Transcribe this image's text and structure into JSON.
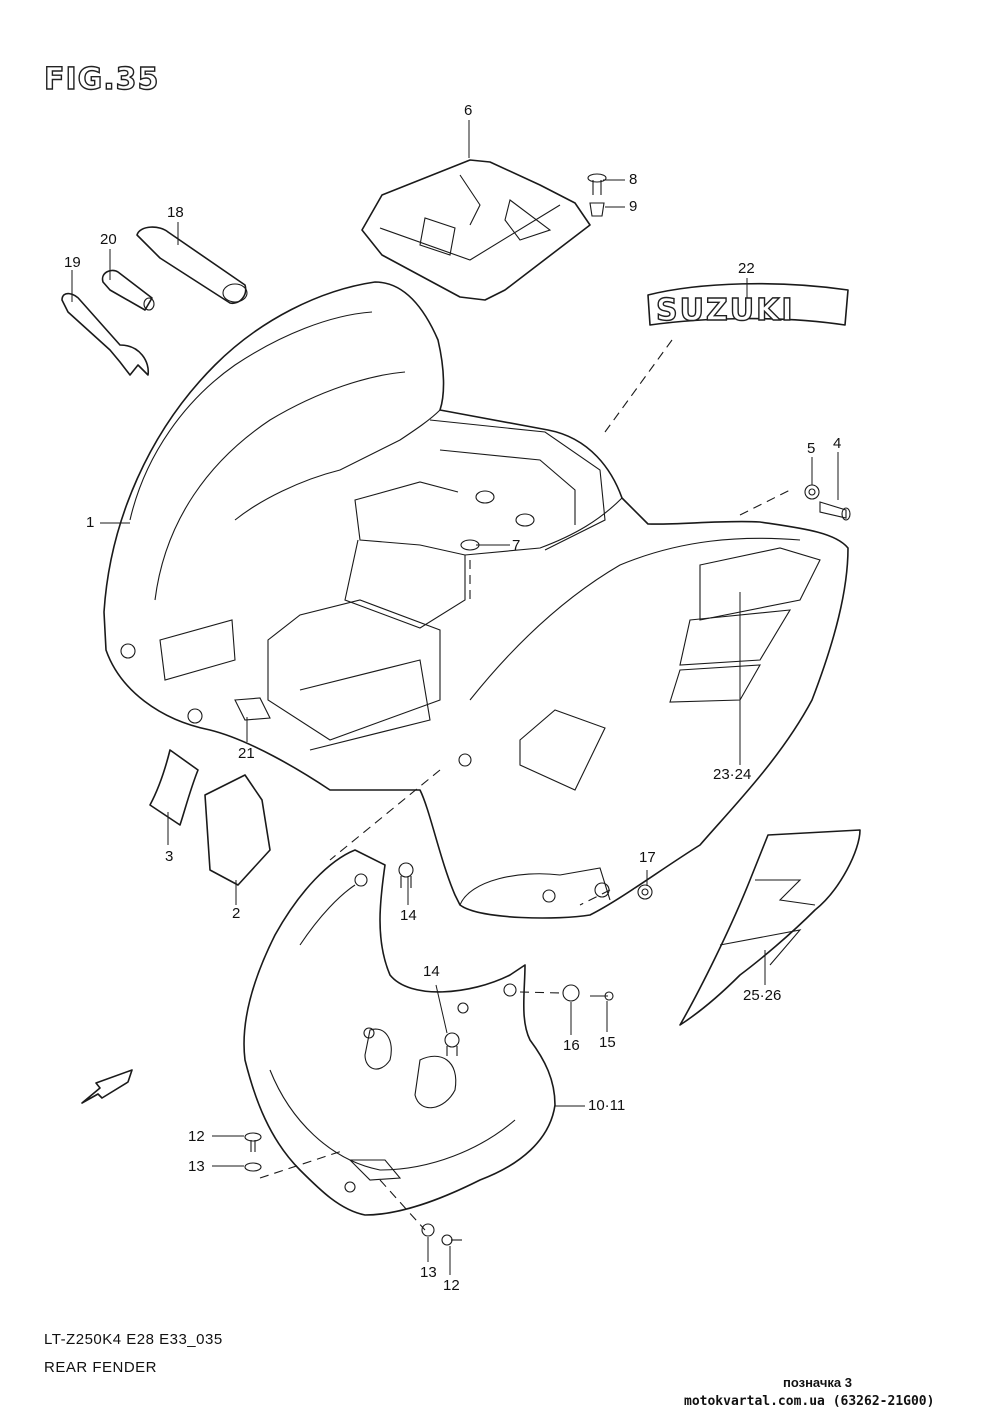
{
  "figure": {
    "title": "FIG.35",
    "model_code": "LT-Z250K4 E28 E33_035",
    "part_name": "REAR FENDER",
    "marker": "позначка 3",
    "source": "motokvartal.com.ua (63262-21G00)",
    "logo_text": "SUZUKI"
  },
  "callouts": [
    "1",
    "2",
    "3",
    "4",
    "5",
    "6",
    "7",
    "8",
    "9",
    "18",
    "19",
    "20",
    "21",
    "22",
    "23·24",
    "25·26",
    "10·11",
    "12",
    "12",
    "13",
    "13",
    "14",
    "14",
    "15",
    "16",
    "17"
  ]
}
